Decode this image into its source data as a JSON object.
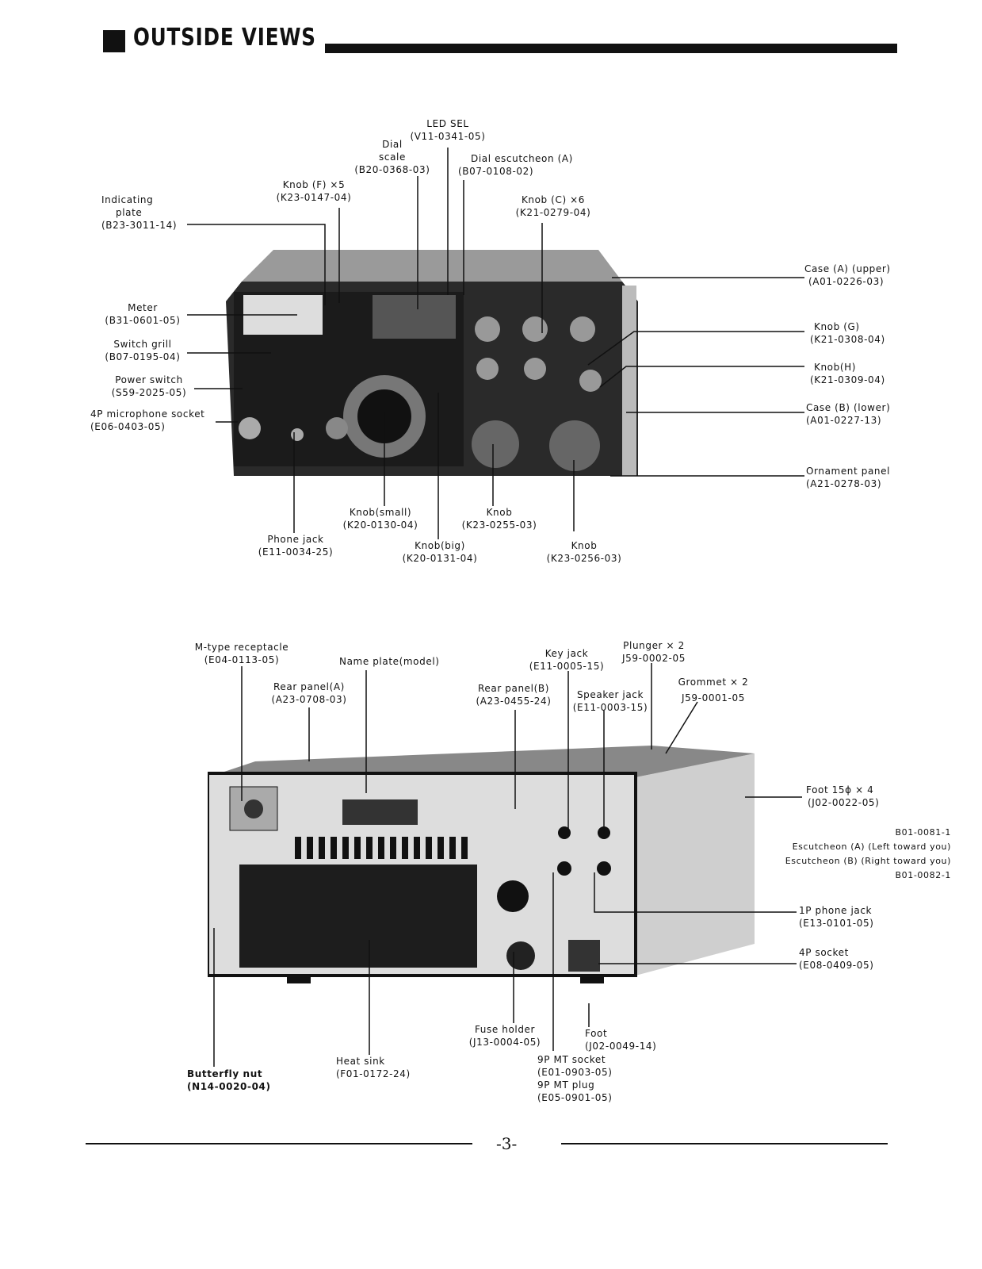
{
  "header": {
    "title": "OUTSIDE VIEWS"
  },
  "front": {
    "led_sel": [
      "LED SEL",
      "(V11-0341-05)"
    ],
    "dial_scale": [
      "Dial",
      "scale",
      "(B20-0368-03)"
    ],
    "dial_escutcheon": [
      "Dial escutcheon (A)",
      "(B07-0108-02)"
    ],
    "knob_f": [
      "Knob (F) ×5",
      "(K23-0147-04)"
    ],
    "knob_c": [
      "Knob (C) ×6",
      "(K21-0279-04)"
    ],
    "indicating_plate": [
      "Indicating",
      "plate",
      "(B23-3011-14)"
    ],
    "meter": [
      "Meter",
      "(B31-0601-05)"
    ],
    "switch_grill": [
      "Switch grill",
      "(B07-0195-04)"
    ],
    "power_switch": [
      "Power switch",
      "(S59-2025-05)"
    ],
    "mic_socket": [
      "4P microphone socket",
      "(E06-0403-05)"
    ],
    "case_a": [
      "Case (A) (upper)",
      "(A01-0226-03)"
    ],
    "knob_g": [
      "Knob (G)",
      "(K21-0308-04)"
    ],
    "knob_h": [
      "Knob(H)",
      "(K21-0309-04)"
    ],
    "case_b": [
      "Case (B) (lower)",
      "(A01-0227-13)"
    ],
    "ornament_panel": [
      "Ornament panel",
      "(A21-0278-03)"
    ],
    "knob_small": [
      "Knob(small)",
      "(K20-0130-04)"
    ],
    "knob_k23_0255": [
      "Knob",
      "(K23-0255-03)"
    ],
    "phone_jack": [
      "Phone jack",
      "(E11-0034-25)"
    ],
    "knob_big": [
      "Knob(big)",
      "(K20-0131-04)"
    ],
    "knob_k23_0256": [
      "Knob",
      "(K23-0256-03)"
    ]
  },
  "rear": {
    "m_type": [
      "M-type receptacle",
      "(E04-0113-05)"
    ],
    "name_plate": [
      "Name plate(model)"
    ],
    "key_jack": [
      "Key jack",
      "(E11-0005-15)"
    ],
    "plunger": [
      "Plunger × 2",
      "J59-0002-05"
    ],
    "grommet": [
      "Grommet × 2",
      "J59-0001-05"
    ],
    "rear_panel_a": [
      "Rear panel(A)",
      "(A23-0708-03)"
    ],
    "rear_panel_b": [
      "Rear panel(B)",
      "(A23-0455-24)"
    ],
    "speaker_jack": [
      "Speaker jack",
      "(E11-0003-15)"
    ],
    "foot_15": [
      "Foot 15ϕ × 4",
      "(J02-0022-05)"
    ],
    "escutcheon": [
      "B01-0081-1",
      "Escutcheon (A) (Left toward you)",
      "Escutcheon (B) (Right toward you)",
      "B01-0082-1"
    ],
    "phone_jack_1p": [
      "1P phone jack",
      "(E13-0101-05)"
    ],
    "socket_4p": [
      "4P socket",
      "(E08-0409-05)"
    ],
    "fuse_holder": [
      "Fuse holder",
      "(J13-0004-05)"
    ],
    "foot": [
      "Foot",
      "(J02-0049-14)"
    ],
    "heat_sink": [
      "Heat sink",
      "(F01-0172-24)"
    ],
    "butterfly_nut": [
      "Butterfly nut",
      "(N14-0020-04)"
    ],
    "mt_socket": [
      "9P MT socket",
      "(E01-0903-05)",
      "9P MT plug",
      "(E05-0901-05)"
    ]
  },
  "footer": {
    "page": "-3-"
  }
}
